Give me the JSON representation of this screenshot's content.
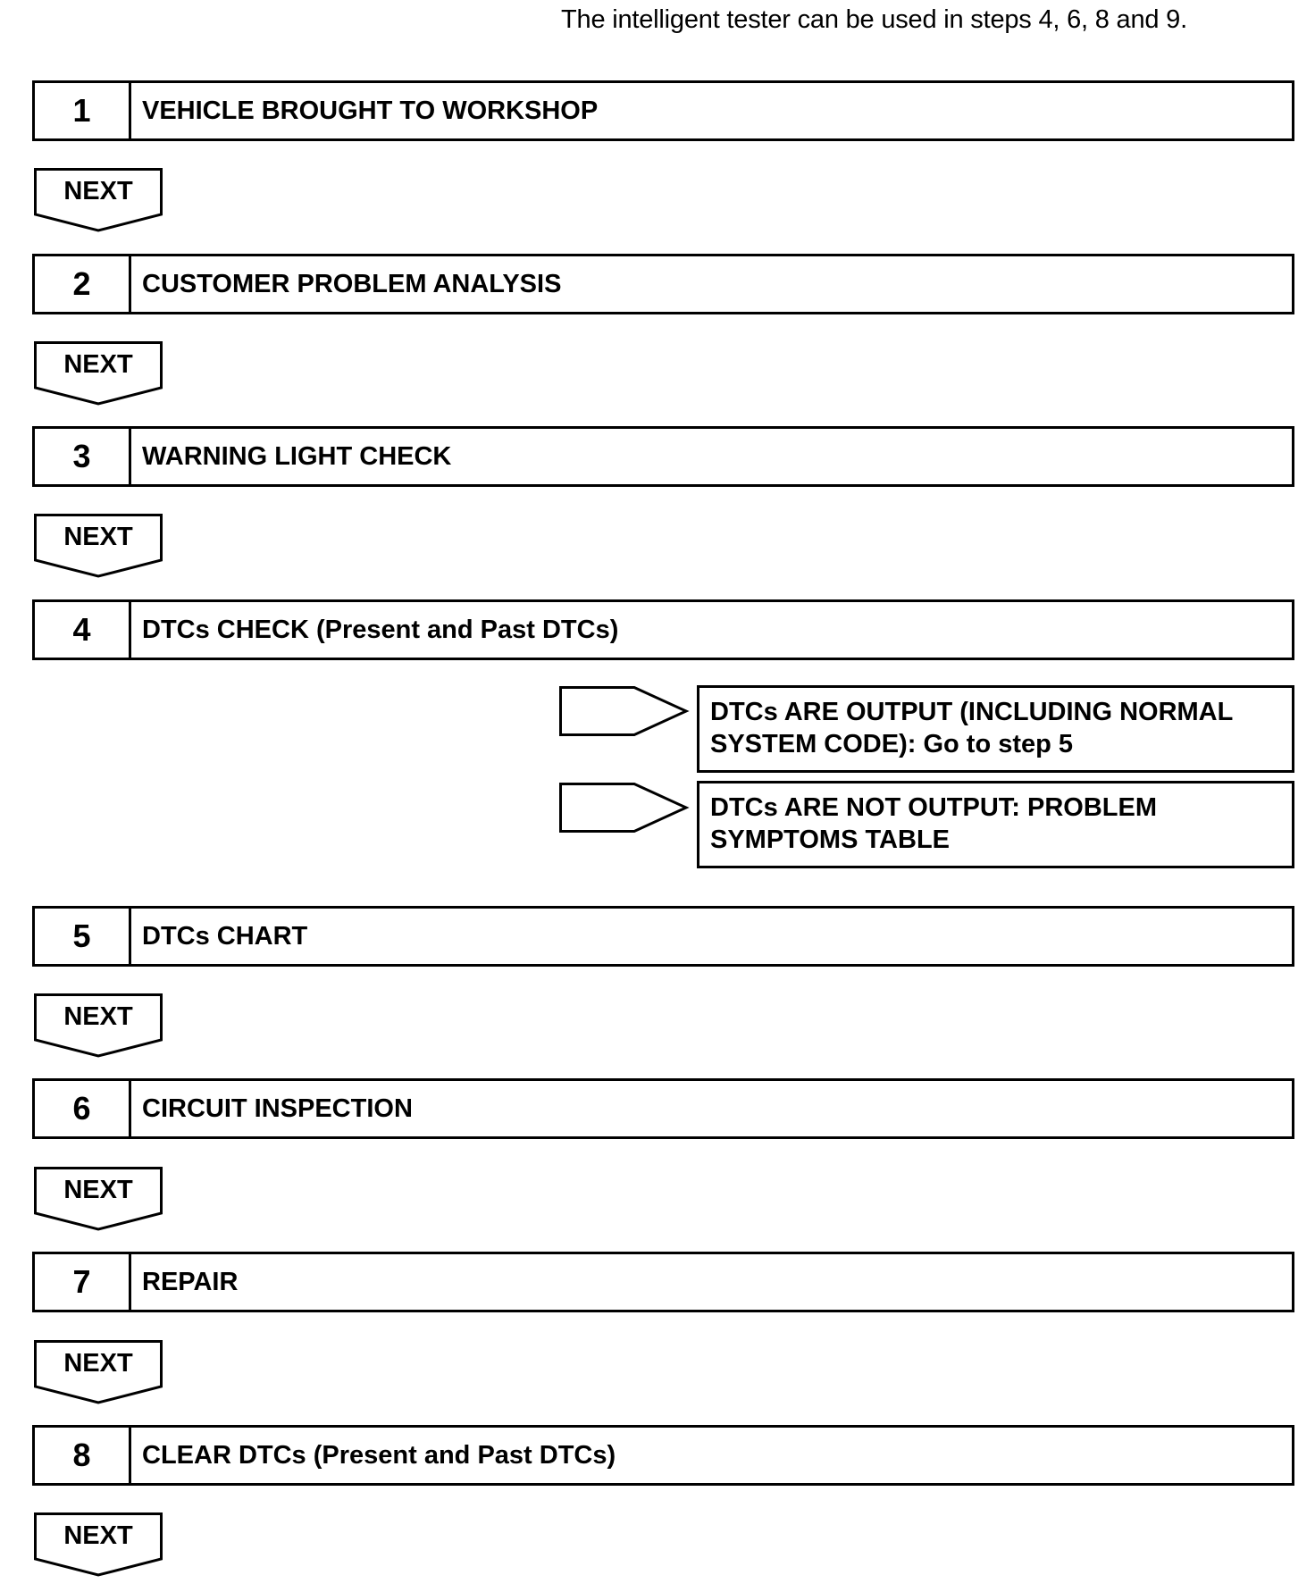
{
  "note": "The intelligent tester can be used in steps 4, 6, 8 and 9.",
  "next_label": "NEXT",
  "steps": [
    {
      "num": "1",
      "label": "VEHICLE BROUGHT TO WORKSHOP"
    },
    {
      "num": "2",
      "label": "CUSTOMER PROBLEM ANALYSIS"
    },
    {
      "num": "3",
      "label": "WARNING LIGHT CHECK"
    },
    {
      "num": "4",
      "label": "DTCs CHECK (Present and Past DTCs)"
    },
    {
      "num": "5",
      "label": "DTCs CHART"
    },
    {
      "num": "6",
      "label": "CIRCUIT INSPECTION"
    },
    {
      "num": "7",
      "label": "REPAIR"
    },
    {
      "num": "8",
      "label": "CLEAR DTCs (Present and Past DTCs)"
    }
  ],
  "branches": [
    {
      "line1": "DTCs ARE OUTPUT (INCLUDING NORMAL",
      "line2": "SYSTEM CODE): Go to step 5"
    },
    {
      "line1": "DTCs ARE NOT OUTPUT: PROBLEM",
      "line2": "SYMPTOMS TABLE"
    }
  ]
}
